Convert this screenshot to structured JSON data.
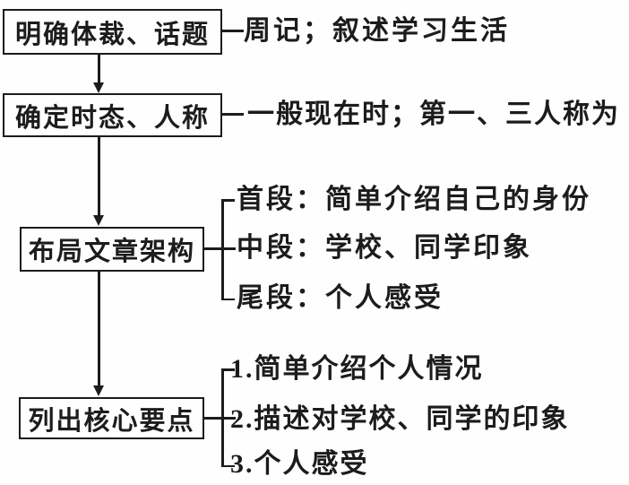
{
  "diagram": {
    "title_hidden": "",
    "colors": {
      "ink": "#1c1c1c",
      "background": "#fefefe"
    },
    "steps": [
      {
        "box": "明确体裁、话题",
        "note": "周记；叙述学习生活"
      },
      {
        "box": "确定时态、人称",
        "note": "一般现在时；第一、三人称为"
      },
      {
        "box": "布局文章架构",
        "items": [
          "首段：简单介绍自己的身份",
          "中段：学校、同学印象",
          "尾段：个人感受"
        ]
      },
      {
        "box": "列出核心要点",
        "items": [
          "1.简单介绍个人情况",
          "2.描述对学校、同学的印象",
          "3.个人感受"
        ]
      }
    ]
  }
}
